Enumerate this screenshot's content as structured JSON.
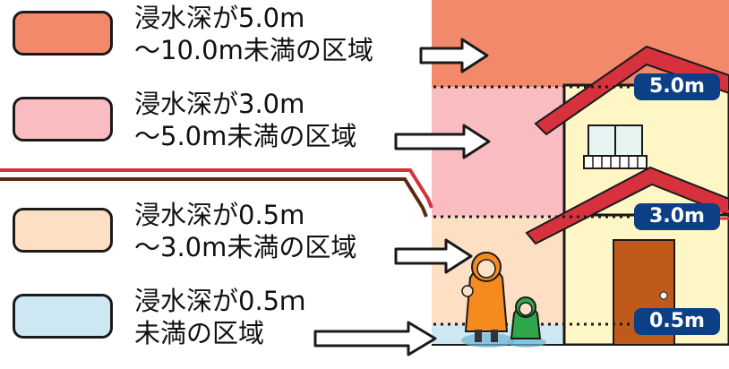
{
  "legend": [
    {
      "color": "#f2896a",
      "line1": "浸水深が5.0m",
      "line2": "～10.0m未満の区域"
    },
    {
      "color": "#f9bcc0",
      "line1": "浸水深が3.0m",
      "line2": "～5.0m未満の区域"
    },
    {
      "color": "#fde0c4",
      "line1": "浸水深が0.5m",
      "line2": "～3.0m未満の区域"
    },
    {
      "color": "#cde8f3",
      "line1": "浸水深が0.5ｍ",
      "line2": "未満の区域"
    }
  ],
  "levels": {
    "level_5": "5.0m",
    "level_3": "3.0m",
    "level_05": "0.5m"
  },
  "colors": {
    "zone_top": "#f2896a",
    "zone_mid": "#f9bcc0",
    "zone_low": "#fde0c4",
    "zone_water": "#cde8f3",
    "badge": "#0d3f86",
    "roof": "#d6313c",
    "wall": "#fff6c6",
    "door": "#c05a1a",
    "raincoat": "#f58a1f",
    "child_coat": "#2ea84a"
  }
}
